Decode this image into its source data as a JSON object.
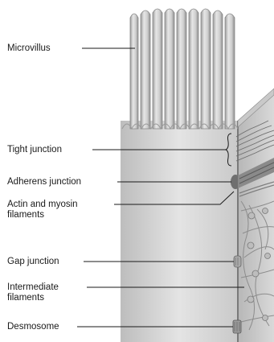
{
  "labels": {
    "microvillus": "Microvillus",
    "tight_junction": "Tight junction",
    "adherens_junction": "Adherens junction",
    "actin_myosin_line1": "Actin and myosin",
    "actin_myosin_line2": "filaments",
    "gap_junction": "Gap junction",
    "intermediate_line1": "Intermediate",
    "intermediate_line2": "filaments",
    "desmosome": "Desmosome"
  },
  "colors": {
    "cell_body": "#d8d8d8",
    "microvilli": "#c4c4c4",
    "membrane": "#8c8c8c",
    "leader_line": "#1a1a1a"
  }
}
